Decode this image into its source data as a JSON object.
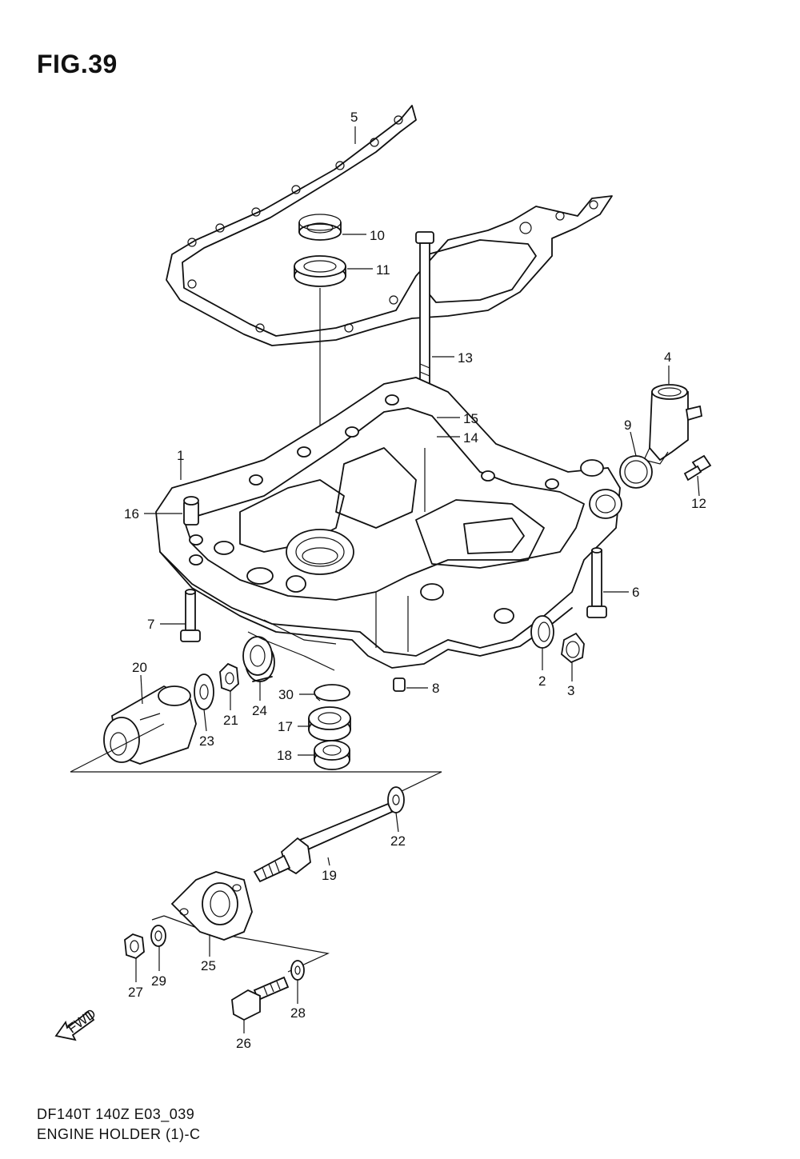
{
  "figure": {
    "title": "FIG.39",
    "model": "DF140T 140Z E03_039",
    "name": "ENGINE HOLDER (1)-C",
    "fwd_arrow_label": "FWD"
  },
  "callouts": {
    "c1": "1",
    "c2": "2",
    "c3": "3",
    "c4": "4",
    "c5": "5",
    "c6": "6",
    "c7": "7",
    "c8": "8",
    "c9": "9",
    "c10": "10",
    "c11": "11",
    "c12": "12",
    "c13": "13",
    "c14": "14",
    "c15": "15",
    "c16": "16",
    "c17": "17",
    "c18": "18",
    "c19": "19",
    "c20": "20",
    "c21": "21",
    "c22": "22",
    "c23": "23",
    "c24": "24",
    "c25": "25",
    "c26": "26",
    "c27": "27",
    "c28": "28",
    "c29": "29",
    "c30": "30"
  }
}
